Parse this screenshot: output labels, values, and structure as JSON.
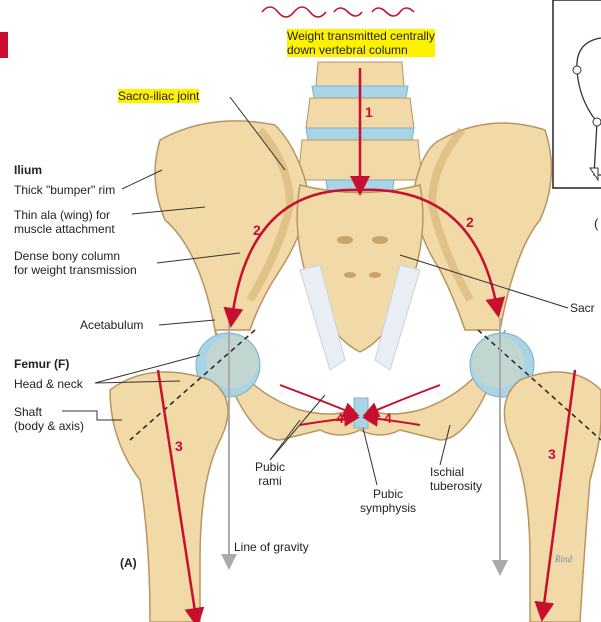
{
  "colors": {
    "bone": "#f1d9a8",
    "bone_dark": "#d9b67a",
    "cartilage": "#a9d4e6",
    "arrow_red": "#c8102e",
    "gravity_gray": "#aaaaaa",
    "highlight": "#fff200"
  },
  "labels": {
    "weight_line1": "Weight transmitted centrally",
    "weight_line2": "down vertebral column",
    "sacroiliac": "Sacro-iliac joint",
    "ilium": "Ilium",
    "bumper": "Thick \"bumper\" rim",
    "ala_line1": "Thin ala (wing) for",
    "ala_line2": "muscle attachment",
    "column_line1": "Dense bony column",
    "column_line2": "for weight transmission",
    "acetabulum": "Acetabulum",
    "femur": "Femur (F)",
    "head_neck": "Head & neck",
    "shaft_line1": "Shaft",
    "shaft_line2": "(body & axis)",
    "pubic_rami_line1": "Pubic",
    "pubic_rami_line2": "rami",
    "pubic_symphysis_line1": "Pubic",
    "pubic_symphysis_line2": "symphysis",
    "ischial_line1": "Ischial",
    "ischial_line2": "tuberosity",
    "gravity": "Line of gravity",
    "panel": "(A)",
    "sacrum_partial": "Sacr",
    "signature": "Rind"
  },
  "numbers": {
    "n1": "1",
    "n2a": "2",
    "n2b": "2",
    "n3a": "3",
    "n3b": "3",
    "n4a": "4",
    "n4b": "4"
  }
}
